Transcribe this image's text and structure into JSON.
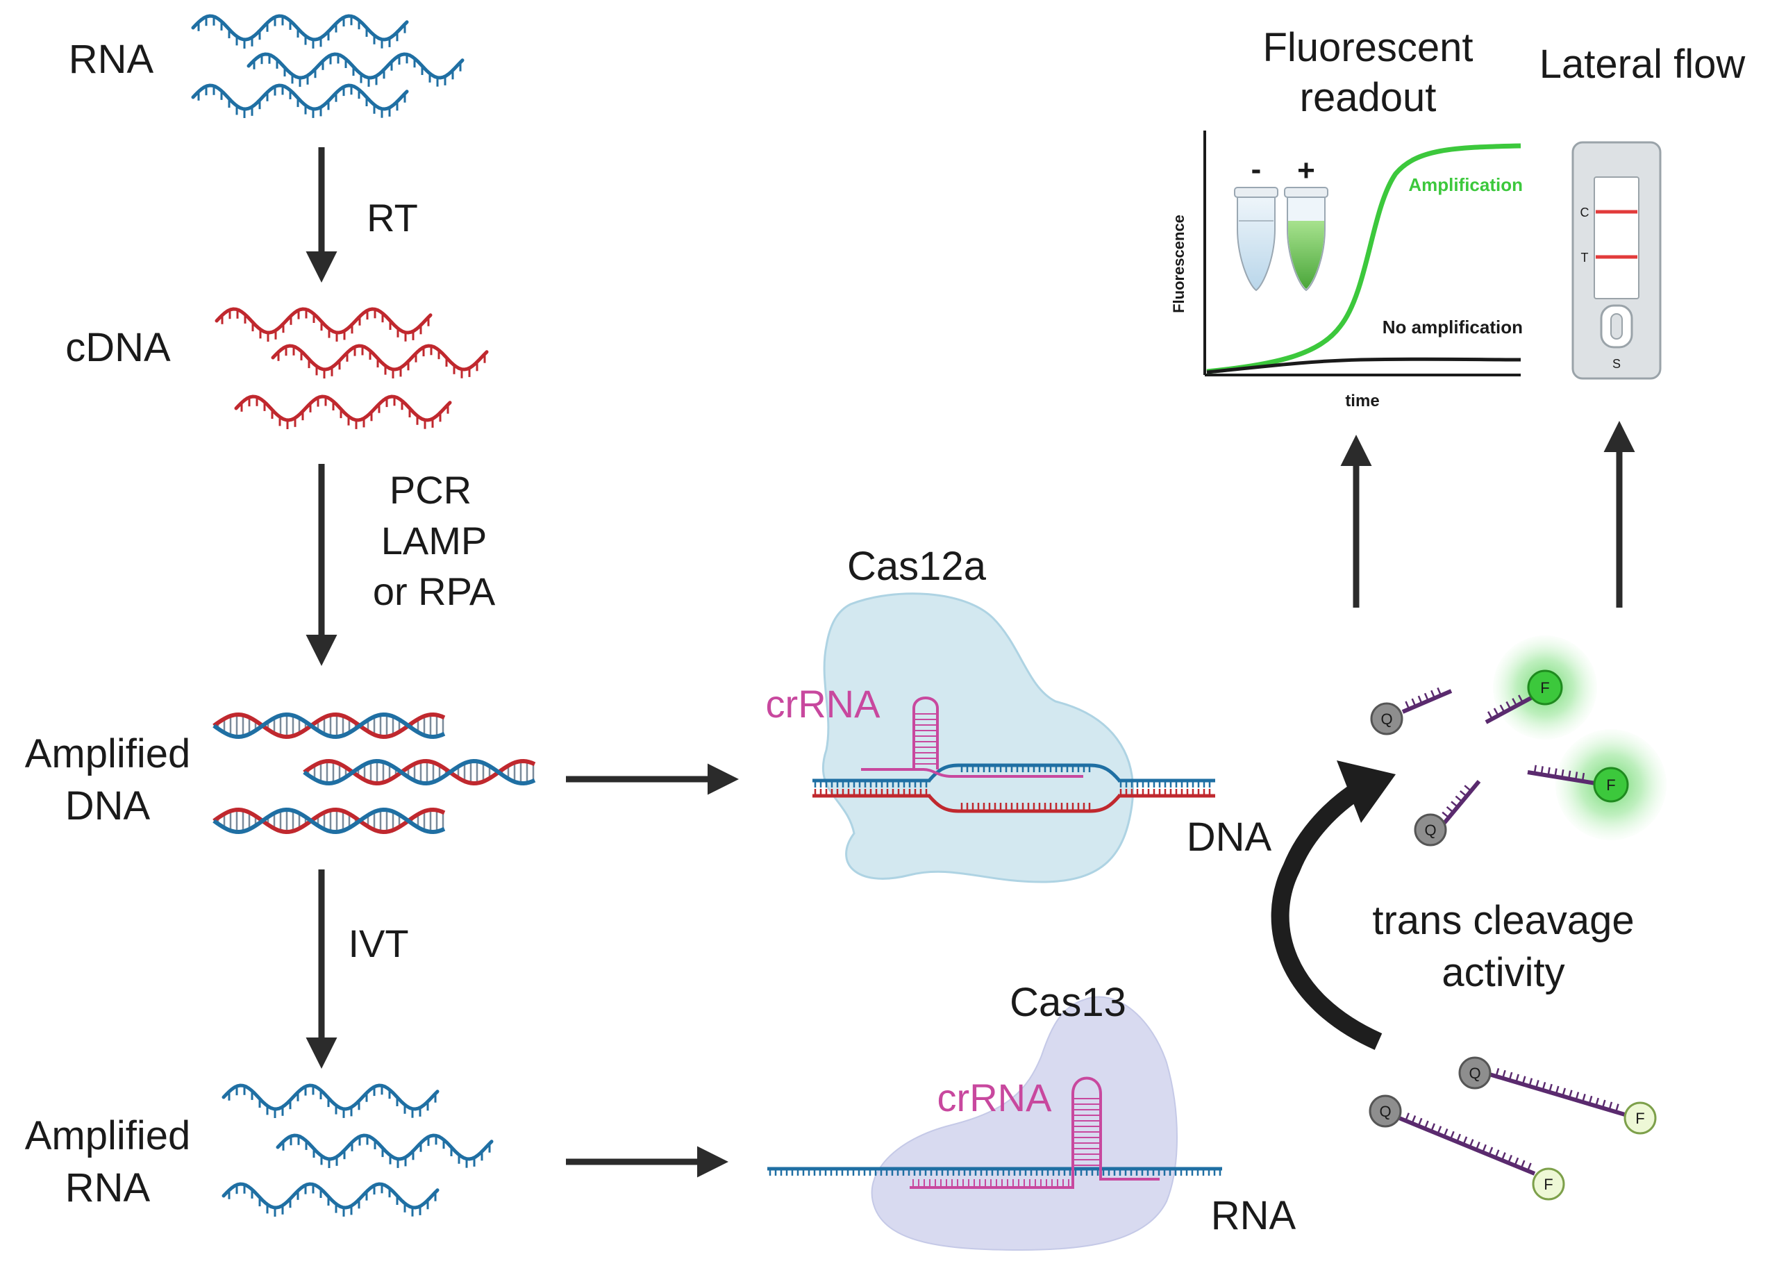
{
  "colors": {
    "rna_blue": "#1f6fa3",
    "dna_red": "#c0282e",
    "crrna_magenta": "#c8489e",
    "reporter_purple": "#5a2a6e",
    "arrow": "#2b2b2b",
    "cas12a_fill": "#cfe6ef",
    "cas13_fill": "#d6d9f0",
    "amp_green": "#3cc83c",
    "test_line_red": "#e23b3b"
  },
  "left": {
    "rna_label": "RNA",
    "rt_label": "RT",
    "cdna_label": "cDNA",
    "amp_methods": [
      "PCR",
      "LAMP",
      "or RPA"
    ],
    "amplified_dna_label": [
      "Amplified",
      "DNA"
    ],
    "ivt_label": "IVT",
    "amplified_rna_label": [
      "Amplified",
      "RNA"
    ]
  },
  "middle": {
    "cas12a_label": "Cas12a",
    "cas12a_crrna": "crRNA",
    "dna_label": "DNA",
    "cas13_label": "Cas13",
    "cas13_crrna": "crRNA",
    "rna_label": "RNA"
  },
  "readout": {
    "fluor_title": [
      "Fluorescent",
      "readout"
    ],
    "lateral_title": "Lateral flow",
    "y_axis": "Fluorescence",
    "x_axis": "time",
    "tube_neg": "-",
    "tube_pos": "+",
    "amp_label": "Amplification",
    "noamp_label": "No amplification",
    "strip_c": "C",
    "strip_t": "T",
    "strip_s": "S"
  },
  "cleavage": {
    "label": [
      "trans cleavage",
      "activity"
    ],
    "quencher": "Q",
    "fluorophore": "F"
  }
}
